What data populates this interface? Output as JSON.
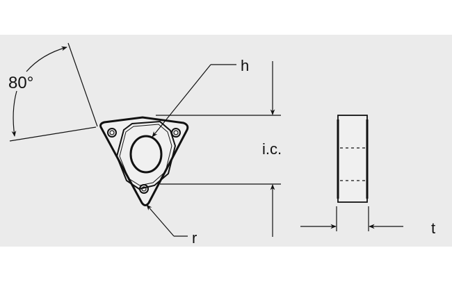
{
  "diagram": {
    "labels": {
      "angle": "80°",
      "hole": "h",
      "inscribed_circle": "i.c.",
      "corner_radius": "r",
      "thickness": "t"
    },
    "colors": {
      "background_band": "#ebebeb",
      "line": "#111111"
    }
  }
}
